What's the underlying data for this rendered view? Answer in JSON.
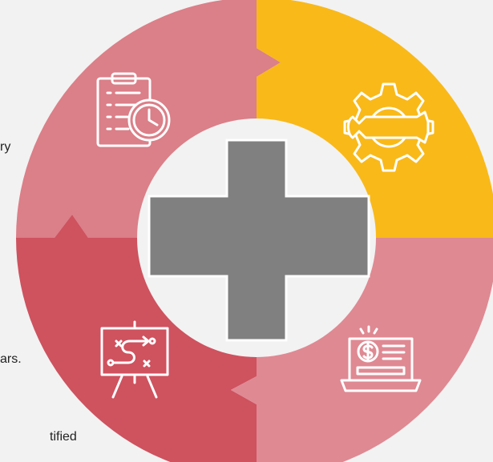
{
  "text_fragments": [
    "ry",
    "ars.",
    "tified"
  ],
  "colors": {
    "background": "#f2f2f2",
    "segment_top_right": "#f9b919",
    "segment_top_left": "#db7f88",
    "segment_bottom_left": "#cf525f",
    "segment_bottom_right": "#df8993",
    "inner_circle": "#f2f2f2",
    "plus_sign": "#808080",
    "icon_stroke": "#ffffff"
  },
  "icons": {
    "top_left": "clipboard-clock-icon",
    "top_right": "gear-wrench-icon",
    "bottom_left": "strategy-board-icon",
    "bottom_right": "laptop-dollar-icon",
    "center": "plus-icon"
  }
}
